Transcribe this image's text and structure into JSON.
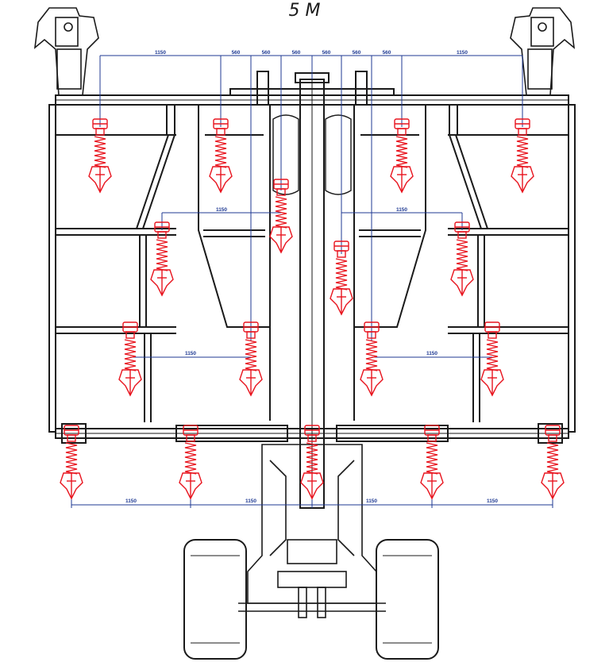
{
  "title": "5 M",
  "colors": {
    "frame": "#1a1a1a",
    "tine": "#e8141e",
    "dimension": "#1f3a93",
    "background": "#ffffff"
  },
  "dimensions": {
    "top_row": [
      "1150",
      "560",
      "560",
      "560",
      "560",
      "560",
      "560",
      "1150"
    ],
    "upper_mid": [
      "1150",
      "1150"
    ],
    "lower_mid": [
      "1150",
      "1150"
    ],
    "bottom_row": [
      "1150",
      "1150",
      "1150",
      "1150"
    ]
  }
}
